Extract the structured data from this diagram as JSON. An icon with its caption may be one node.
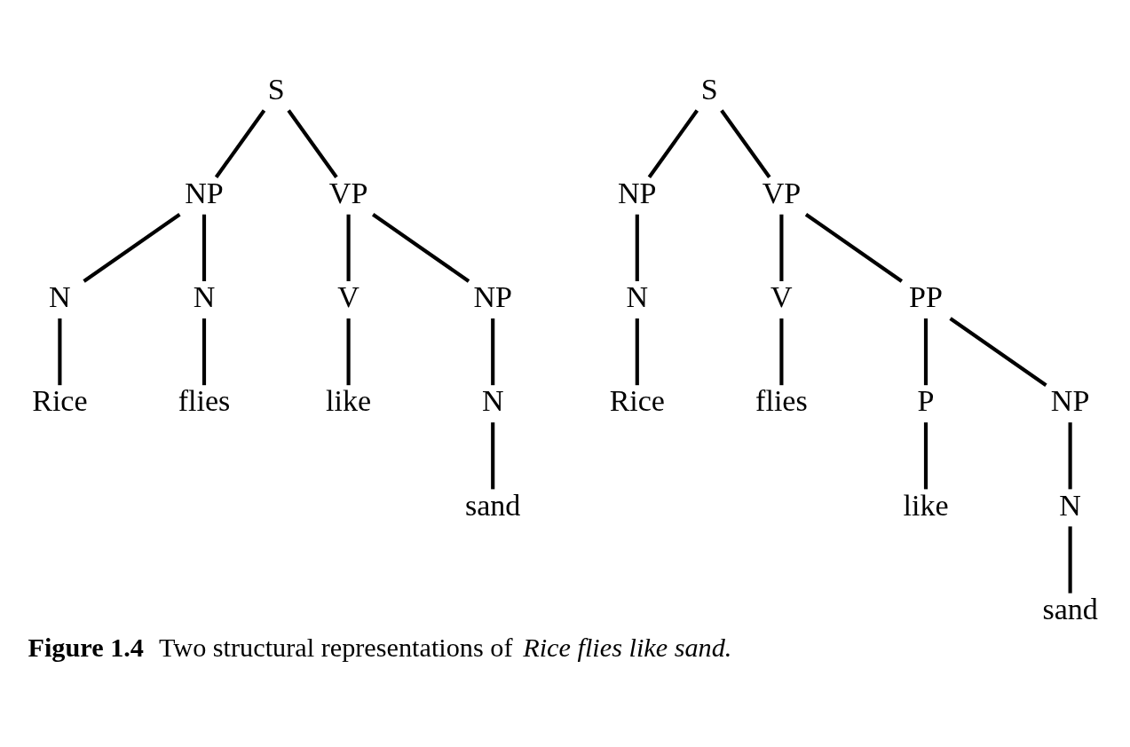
{
  "diagram": {
    "caption": "**Figure 1.4** Two structural representations of *Rice flies like sand.*",
    "nodes": [
      {
        "text": [
          "S"
        ]
      },
      {
        "text": [
          "NP"
        ]
      },
      {
        "text": [
          "VP"
        ]
      },
      {
        "text": [
          "N"
        ]
      },
      {
        "text": [
          "N"
        ]
      },
      {
        "text": [
          "V"
        ]
      },
      {
        "text": [
          "NP"
        ]
      },
      {
        "text": [
          "Rice"
        ]
      },
      {
        "text": [
          "flies"
        ]
      },
      {
        "text": [
          "like"
        ]
      },
      {
        "text": [
          "N"
        ]
      },
      {
        "text": [
          "sand"
        ]
      },
      {
        "text": [
          "S"
        ]
      },
      {
        "text": [
          "NP"
        ]
      },
      {
        "text": [
          "VP"
        ]
      },
      {
        "text": [
          "N"
        ]
      },
      {
        "text": [
          "V"
        ]
      },
      {
        "text": [
          "PP"
        ]
      },
      {
        "text": [
          "Rice"
        ]
      },
      {
        "text": [
          "flies"
        ]
      },
      {
        "text": [
          "P"
        ]
      },
      {
        "text": [
          "NP"
        ]
      },
      {
        "text": [
          "like"
        ]
      },
      {
        "text": [
          "N"
        ]
      },
      {
        "text": [
          "sand"
        ]
      }
    ],
    "edges": [
      {
        "from": 0,
        "to": 1,
        "arrow": "none"
      },
      {
        "from": 0,
        "to": 2,
        "arrow": "none"
      },
      {
        "from": 1,
        "to": 3,
        "arrow": "none"
      },
      {
        "from": 1,
        "to": 4,
        "arrow": "none"
      },
      {
        "from": 2,
        "to": 5,
        "arrow": "none"
      },
      {
        "from": 2,
        "to": 6,
        "arrow": "none"
      },
      {
        "from": 3,
        "to": 7,
        "arrow": "none"
      },
      {
        "from": 4,
        "to": 8,
        "arrow": "none"
      },
      {
        "from": 5,
        "to": 9,
        "arrow": "none"
      },
      {
        "from": 6,
        "to": 10,
        "arrow": "none"
      },
      {
        "from": 10,
        "to": 11,
        "arrow": "none"
      },
      {
        "from": 12,
        "to": 13,
        "arrow": "none"
      },
      {
        "from": 12,
        "to": 14,
        "arrow": "none"
      },
      {
        "from": 13,
        "to": 15,
        "arrow": "none"
      },
      {
        "from": 14,
        "to": 16,
        "arrow": "none"
      },
      {
        "from": 14,
        "to": 17,
        "arrow": "none"
      },
      {
        "from": 15,
        "to": 18,
        "arrow": "none"
      },
      {
        "from": 16,
        "to": 19,
        "arrow": "none"
      },
      {
        "from": 17,
        "to": 20,
        "arrow": "none"
      },
      {
        "from": 17,
        "to": 21,
        "arrow": "none"
      },
      {
        "from": 20,
        "to": 22,
        "arrow": "none"
      },
      {
        "from": 21,
        "to": 23,
        "arrow": "none"
      },
      {
        "from": 23,
        "to": 24,
        "arrow": "none"
      }
    ]
  }
}
